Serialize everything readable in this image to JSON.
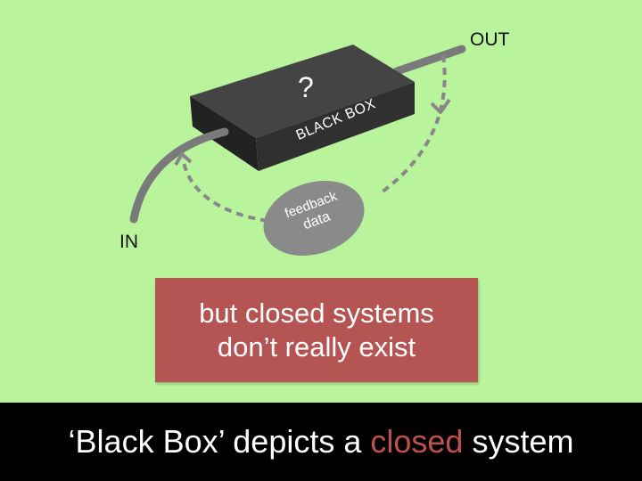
{
  "diagram": {
    "out_label": "OUT",
    "in_label": "IN",
    "box_question": "?",
    "box_label": "BLACK BOX",
    "feedback_line1": "feedback",
    "feedback_line2": "data"
  },
  "callout": {
    "line1": "but closed systems",
    "line2": "don’t really exist"
  },
  "footer": {
    "before": "‘Black Box’ depicts a ",
    "accent": "closed",
    "after": " system"
  },
  "colors": {
    "background": "#b9f49c",
    "box": "#2e2e2e",
    "wire": "#7a7a7a",
    "callout": "#b55553",
    "accent": "#c0504d",
    "footer": "#000000"
  }
}
